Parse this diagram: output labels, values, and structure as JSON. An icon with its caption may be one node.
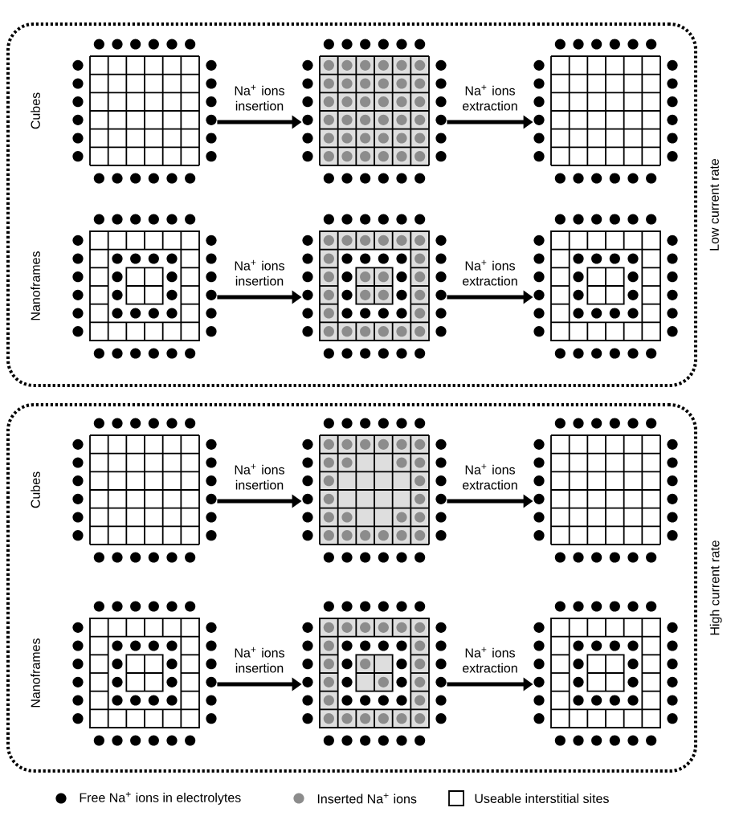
{
  "diagram": {
    "nodes": [
      {
        "text": [
          "Low current rate"
        ]
      },
      {
        "text": [],
        "shape": "grid",
        "in": 0
      },
      {
        "text": [],
        "shape": "grid",
        "in": 0
      },
      {
        "text": [],
        "shape": "grid",
        "in": 0
      },
      {
        "text": [],
        "shape": "grid",
        "in": 0
      },
      {
        "text": [],
        "shape": "grid",
        "in": 0
      },
      {
        "text": [],
        "shape": "grid",
        "in": 0
      },
      {
        "text": [
          "High current rate"
        ]
      },
      {
        "text": [],
        "shape": "grid",
        "in": 7
      },
      {
        "text": [],
        "shape": "grid",
        "in": 7
      },
      {
        "text": [],
        "shape": "grid",
        "in": 7
      },
      {
        "text": [],
        "shape": "grid",
        "in": 7
      },
      {
        "text": [],
        "shape": "grid",
        "in": 7
      },
      {
        "text": [],
        "shape": "grid",
        "in": 7
      }
    ],
    "edges": [
      {
        "from": 1,
        "to": 2,
        "arrow": "to",
        "label": "Na$^{+}$ ions insertion"
      },
      {
        "from": 2,
        "to": 3,
        "arrow": "to",
        "label": "Na$^{+}$ ions extraction"
      },
      {
        "from": 4,
        "to": 5,
        "arrow": "to",
        "label": "Na$^{+}$ ions insertion"
      },
      {
        "from": 5,
        "to": 6,
        "arrow": "to",
        "label": "Na$^{+}$ ions extraction"
      },
      {
        "from": 8,
        "to": 9,
        "arrow": "to",
        "label": "Na$^{+}$ ions insertion"
      },
      {
        "from": 9,
        "to": 10,
        "arrow": "to",
        "label": "Na$^{+}$ ions extraction"
      },
      {
        "from": 11,
        "to": 12,
        "arrow": "to",
        "label": "Na$^{+}$ ions insertion"
      },
      {
        "from": 12,
        "to": 13,
        "arrow": "to",
        "label": "Na$^{+}$ ions extraction"
      }
    ],
    "labels": [
      "Cubes",
      "Nanoframes",
      "Cubes",
      "Nanoframes"
    ],
    "legend": [
      {
        "text": "Free Na$^{+}$ ions in electrolytes",
        "color": "#000000"
      },
      {
        "text": "Inserted Na$^{+}$ ions",
        "color": "#8c8c8c"
      },
      {
        "text": "Useable interstitial sites"
      }
    ]
  }
}
